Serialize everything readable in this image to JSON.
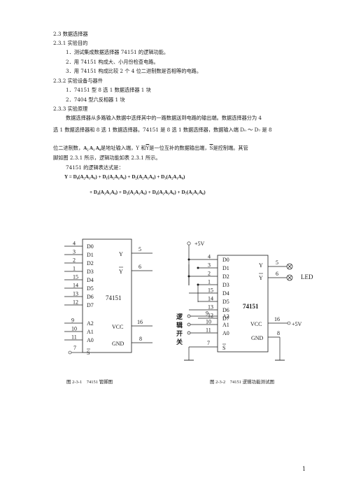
{
  "section": {
    "title": "2.3  数据选择器",
    "sub1": "2.3.1  实验目的",
    "purpose": [
      "1．测试集成数据选择器 74151 的逻辑功能。",
      "2．用 74151 构成大、小月份检查电路。",
      "3．用 74151 构成比较 2 个 4 位二进制数是否相等的电路。"
    ],
    "sub2": "2.3.2  实验设备与器件",
    "equipment": [
      "1．74151 型 8 选 1 数据选择器 1 块",
      "2．7404 型六反相器 1 块"
    ],
    "sub3": "2.3.3  实验原理",
    "para1_l1": "数据选择器从多路输入数据中选择其中的一路数据送到电路的输出端。数据选择器分为 4",
    "para1_l2": "选 1 数据选择器和 8 选 1 数据选择器。74151 是 8 选 1 数据选择器，数据输入端 D₀ ～ D₇ 是 8",
    "para2_l1a": "位二进制数，",
    "para2_sym": "A₂ A₁ A₀",
    "para2_l1b": "是地址输入端，Y 和",
    "para2_ybar": "Y",
    "para2_l1c": "是一位互补的数据输出端，",
    "para2_sbar": "S",
    "para2_l1d": "是控制端。其管",
    "para2_l2": "脚如图 2.3.1 所示，逻辑功能如表 2.3.1 所示。",
    "expr_intro": "74151 的逻辑表达式是：",
    "formula1": "Y = D₀(A₂A₁A₀) + D₁(A₂A₁A₀) + D₂(A₂A₁A₀) + D₃(A₂A₁A₀)",
    "formula2": "+ D₄(A₂A₁A₀) + D₅(A₂A₁A₀) + D₆(A₂A₁A₀) + D₇(A₂A₁A₀)"
  },
  "fig1": {
    "chip": "74151",
    "data_pins": [
      {
        "num": "4",
        "label": "D0"
      },
      {
        "num": "3",
        "label": "D1"
      },
      {
        "num": "2",
        "label": "D2"
      },
      {
        "num": "1",
        "label": "D3"
      },
      {
        "num": "15",
        "label": "D4"
      },
      {
        "num": "14",
        "label": "D5"
      },
      {
        "num": "13",
        "label": "D6"
      },
      {
        "num": "12",
        "label": "D7"
      }
    ],
    "addr_pins": [
      {
        "num": "9",
        "label": "A2"
      },
      {
        "num": "10",
        "label": "A1"
      },
      {
        "num": "11",
        "label": "A0"
      }
    ],
    "s_pin": {
      "num": "7",
      "label": "S"
    },
    "y_pin": {
      "num": "5",
      "label": "Y"
    },
    "ybar_pin": {
      "num": "6",
      "label": "Y"
    },
    "vcc_pin": {
      "num": "16",
      "label": "VCC"
    },
    "gnd_pin": {
      "num": "8",
      "label": "GND"
    },
    "caption": "图 2-3-1　74151 管脚图"
  },
  "fig2": {
    "chip": "74151",
    "supply": "+5V",
    "supply_right": "+5V",
    "switch_label": [
      "逻",
      "辑",
      "开",
      "关"
    ],
    "led": "LED",
    "caption": "图 2-3-2　74151 逻辑功能测试图"
  },
  "page_number": "1"
}
